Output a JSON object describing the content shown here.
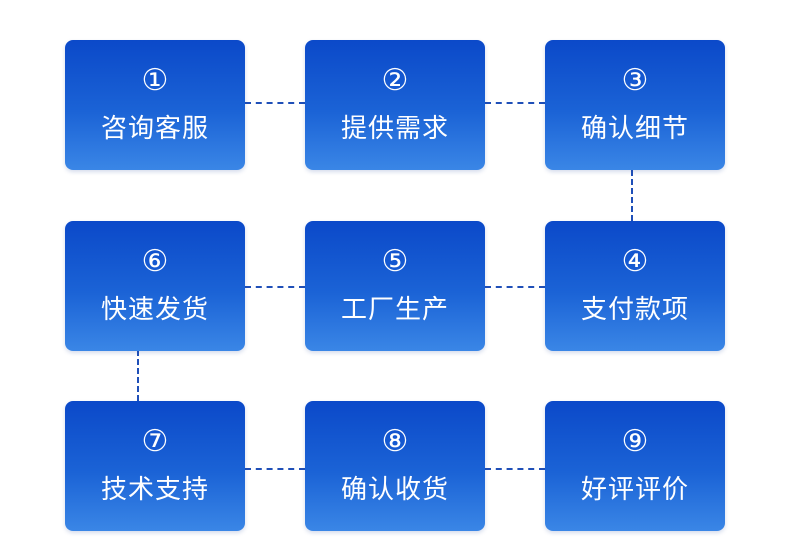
{
  "colors": {
    "box_top": "#0b49c9",
    "box_bottom": "#3a86e6",
    "connector": "#1f4fb8",
    "text": "#ffffff"
  },
  "steps": [
    {
      "number": "①",
      "label": "咨询客服"
    },
    {
      "number": "②",
      "label": "提供需求"
    },
    {
      "number": "③",
      "label": "确认细节"
    },
    {
      "number": "④",
      "label": "支付款项"
    },
    {
      "number": "⑤",
      "label": "工厂生产"
    },
    {
      "number": "⑥",
      "label": "快速发货"
    },
    {
      "number": "⑦",
      "label": "技术支持"
    },
    {
      "number": "⑧",
      "label": "确认收货"
    },
    {
      "number": "⑨",
      "label": "好评评价"
    }
  ]
}
